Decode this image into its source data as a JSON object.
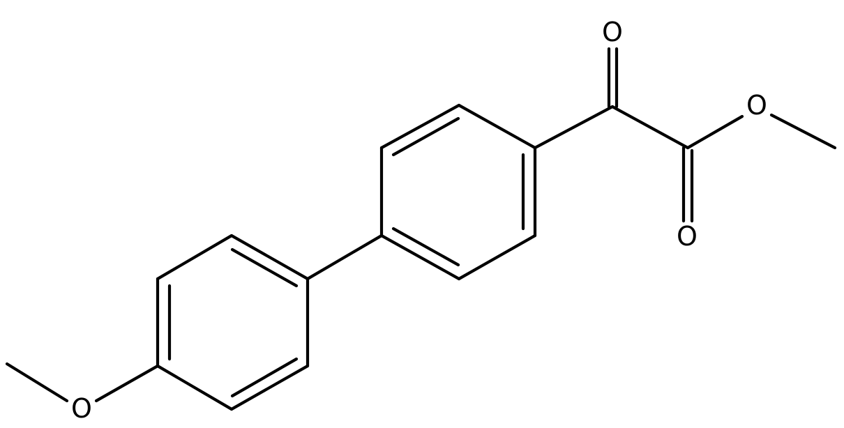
{
  "structure": {
    "atoms": [
      {
        "id": "o_ketone",
        "label": "O"
      },
      {
        "id": "o_ester",
        "label": "O"
      },
      {
        "id": "o_carbonyl",
        "label": "O"
      },
      {
        "id": "o_methoxy",
        "label": "O"
      }
    ]
  },
  "colors": {
    "bond": "#000000",
    "label": "#000000",
    "background": "#ffffff"
  }
}
